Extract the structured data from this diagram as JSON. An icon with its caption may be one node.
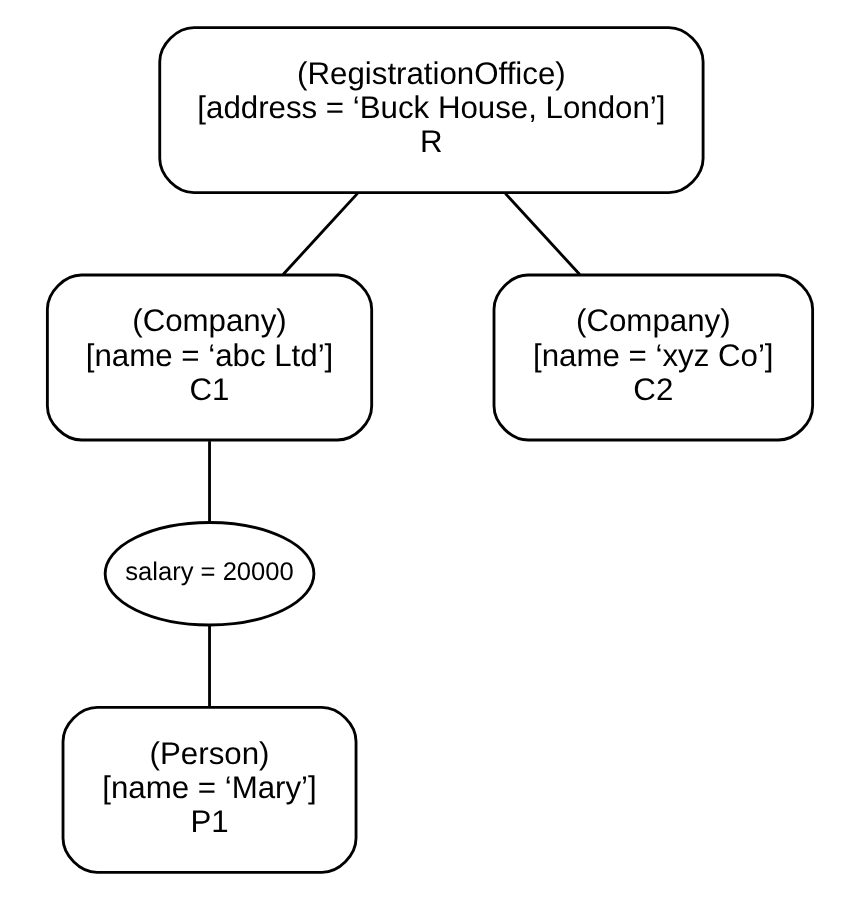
{
  "diagram": {
    "nodes": [
      {
        "text": [
          "(RegistrationOffice)",
          "[address = ‘Buck House, London’]",
          "R"
        ]
      },
      {
        "text": [
          "(Company)",
          "[name = ‘abc Ltd’]",
          "C1"
        ]
      },
      {
        "text": [
          "(Company)",
          "[name = ‘xyz Co’]",
          "C2"
        ]
      },
      {
        "text": [
          "salary = 20000"
        ]
      },
      {
        "text": [
          "(Person)",
          "[name = ‘Mary’]",
          "P1"
        ]
      }
    ],
    "edges": [
      {
        "from": 0,
        "to": 1,
        "arrow": "none"
      },
      {
        "from": 0,
        "to": 2,
        "arrow": "none"
      },
      {
        "from": 1,
        "to": 3,
        "arrow": "none"
      },
      {
        "from": 3,
        "to": 4,
        "arrow": "none"
      }
    ]
  }
}
